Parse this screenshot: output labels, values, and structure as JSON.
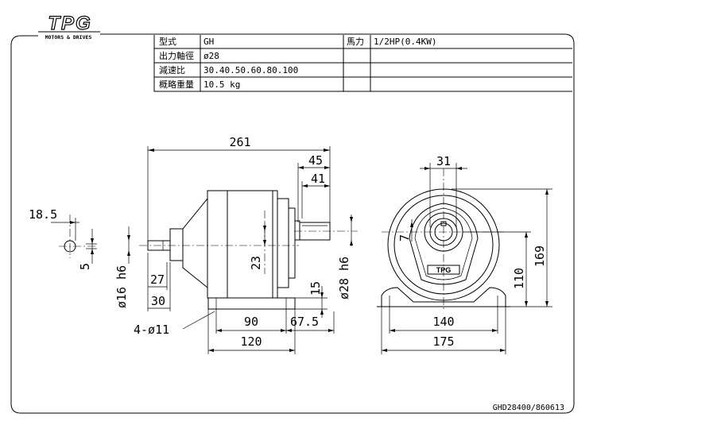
{
  "logo": {
    "text": "TPG",
    "tagline": "MOTORS & DRIVES"
  },
  "spec_table": {
    "rows": [
      {
        "label": "型式",
        "value": "GH",
        "label2": "馬力",
        "value2": "1/2HP(0.4KW)"
      },
      {
        "label": "出力軸徑",
        "value": "ø28",
        "label2": "",
        "value2": ""
      },
      {
        "label": "減速比",
        "value": "30.40.50.60.80.100",
        "label2": "",
        "value2": ""
      },
      {
        "label": "概略重量",
        "value": "10.5 kg",
        "label2": "",
        "value2": ""
      }
    ]
  },
  "dimensions": {
    "overall_length": "261",
    "shaft_ext": "45",
    "key_length": "41",
    "key_width": "5",
    "key_offset": "18.5",
    "input_shaft": "ø16 h6",
    "input_len1": "27",
    "input_len2": "30",
    "output_shaft": "ø28 h6",
    "center_offset": "23",
    "base_thick": "15",
    "mount_holes": "4-ø11",
    "hole_pitch_side": "90",
    "base_offset": "67.5",
    "base_length": "120",
    "top_dim": "31",
    "key_depth": "7",
    "hole_pitch_front": "140",
    "base_width": "175",
    "shaft_height": "110",
    "overall_height": "169"
  },
  "drawing_number": "GHD28400/860613"
}
